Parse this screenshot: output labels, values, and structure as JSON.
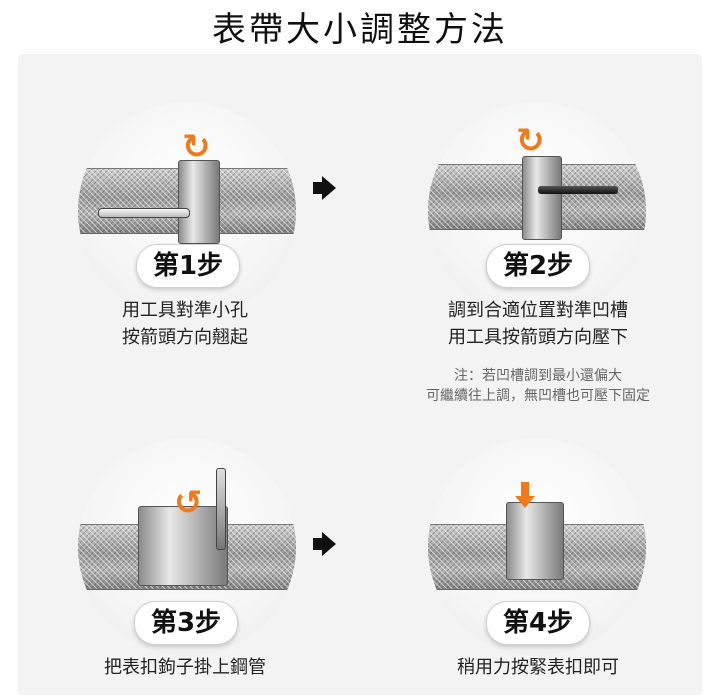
{
  "title": "表帶大小調整方法",
  "steps": [
    {
      "badge": "第1步",
      "lines": [
        "用工具對準小孔",
        "按箭頭方向翹起"
      ]
    },
    {
      "badge": "第2步",
      "lines": [
        "調到合適位置對準凹槽",
        "用工具按箭頭方向壓下"
      ],
      "note_lines": [
        "注：若凹槽調到最小還偏大",
        "可繼續往上調，無凹槽也可壓下固定"
      ]
    },
    {
      "badge": "第3步",
      "lines": [
        "把表扣鉤子掛上鋼管"
      ]
    },
    {
      "badge": "第4步",
      "lines": [
        "稍用力按緊表扣即可"
      ]
    }
  ],
  "icons": {
    "next": "arrow-right-icon",
    "rotate": "curved-arrow-icon",
    "press": "arrow-down-icon"
  },
  "colors": {
    "accent": "#f07a1a",
    "text": "#222222",
    "note": "#666666"
  }
}
